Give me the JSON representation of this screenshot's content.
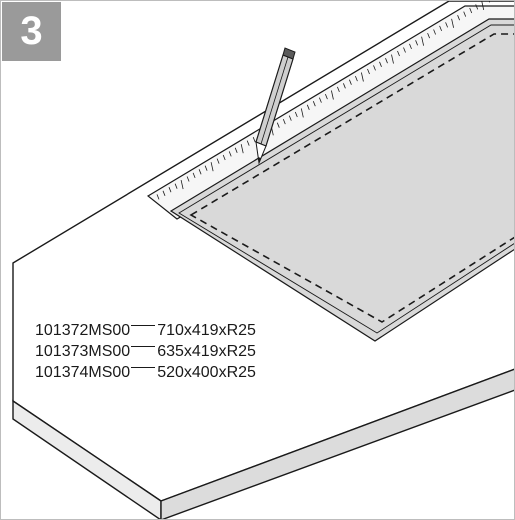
{
  "step": {
    "number": "3"
  },
  "specs": [
    {
      "code": "101372MS00",
      "size": "710x419xR25"
    },
    {
      "code": "101373MS00",
      "size": "635x419xR25"
    },
    {
      "code": "101374MS00",
      "size": "520x400xR25"
    }
  ],
  "colors": {
    "badge": "#9a9a9a",
    "line": "#1a1a1a",
    "board": "#ffffff",
    "edge_shade": "#e4e4e4",
    "template": "#d9d9d9",
    "pencil": "#cfcfcf"
  },
  "icons": {
    "tool": "pencil-icon",
    "measuring": "ruler-icon"
  }
}
